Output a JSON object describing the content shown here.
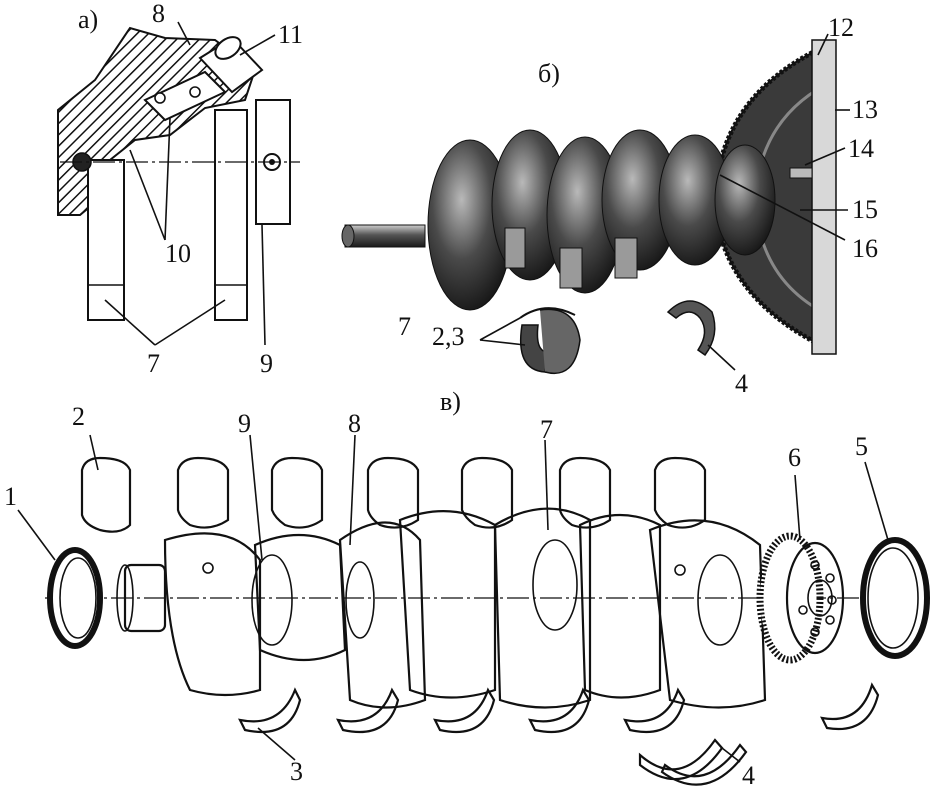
{
  "panels": {
    "a": "а)",
    "b": "б)",
    "v": "в)"
  },
  "labels_a": {
    "n7": "7",
    "n8": "8",
    "n9": "9",
    "n10": "10",
    "n11": "11"
  },
  "labels_b": {
    "n7": "7",
    "n23": "2,3",
    "n4": "4",
    "n12": "12",
    "n13": "13",
    "n14": "14",
    "n15": "15",
    "n16": "16"
  },
  "labels_v": {
    "n1": "1",
    "n2": "2",
    "n3": "3",
    "n4": "4",
    "n5": "5",
    "n6": "6",
    "n7": "7",
    "n8": "8",
    "n9": "9"
  },
  "colors": {
    "ink": "#111111",
    "paper": "#ffffff",
    "shade": "#2a2a2a"
  }
}
